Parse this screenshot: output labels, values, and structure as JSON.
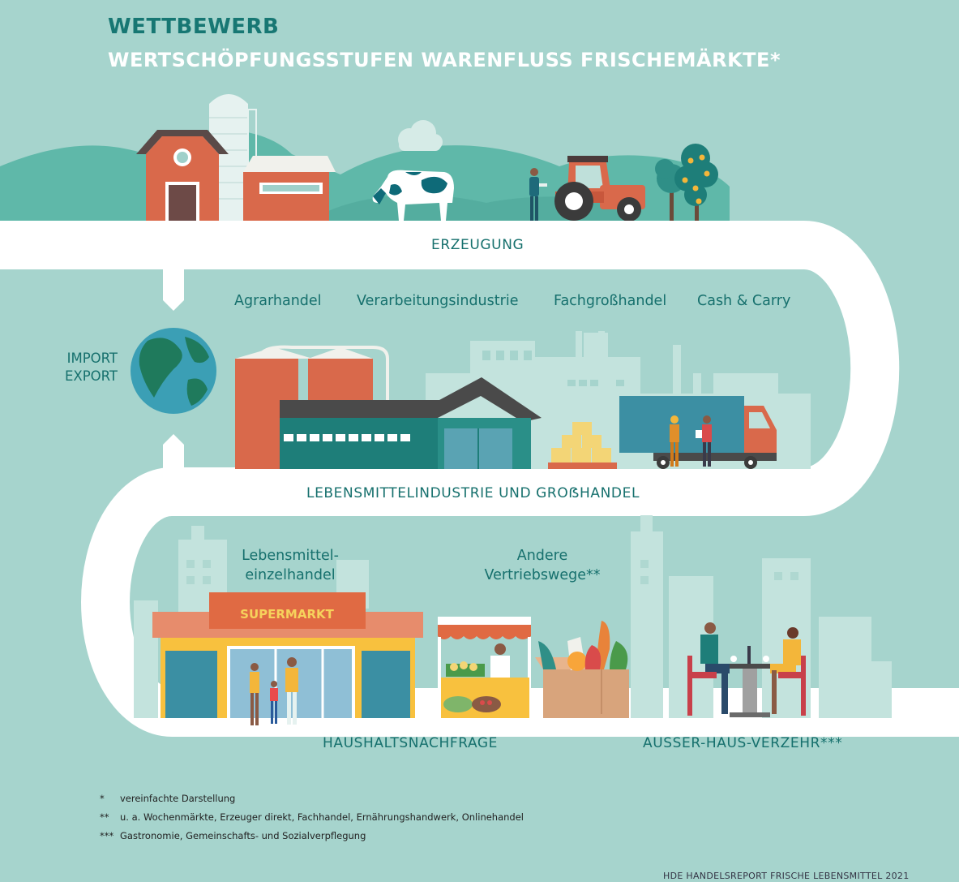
{
  "title": {
    "line1": "WETTBEWERB",
    "line2": "WERTSCHÖPFUNGSSTUFEN WARENFLUSS FRISCHEMÄRKTE*"
  },
  "stages": {
    "erzeugung": "ERZEUGUNG",
    "industrie": "LEBENSMITTELINDUSTRIE UND GROẞHANDEL",
    "haushalt": "HAUSHALTSNACHFRAGE",
    "ausserhaus": "AUSSER-HAUS-VERZEHR***"
  },
  "import_export": {
    "line1": "IMPORT",
    "line2": "EXPORT"
  },
  "wholesale_categories": [
    "Agrarhandel",
    "Verarbeitungsindustrie",
    "Fachgroßhandel",
    "Cash & Carry"
  ],
  "retail_categories": {
    "lebensmittel": {
      "line1": "Lebensmittel-",
      "line2": "einzelhandel"
    },
    "andere": {
      "line1": "Andere",
      "line2": "Vertriebswege**"
    }
  },
  "supermarket_sign": "SUPERMARKT",
  "footnotes": [
    {
      "mark": "*",
      "text": "vereinfachte Darstellung"
    },
    {
      "mark": "**",
      "text": "u. a. Wochenmärkte, Erzeuger direkt, Fachhandel, Ernährungshandwerk, Onlinehandel"
    },
    {
      "mark": "***",
      "text": "Gastronomie, Gemeinschafts- und Sozialverpflegung"
    }
  ],
  "source": "HDE HANDELSREPORT FRISCHE LEBENSMITTEL 2021",
  "icons": [
    "barn-icon",
    "silo-icon",
    "cow-icon",
    "farmer-icon",
    "tractor-icon",
    "tree-icon",
    "globe-icon",
    "factory-icon",
    "truck-icon",
    "supermarket-icon",
    "market-stall-icon",
    "grocery-box-icon",
    "restaurant-icon"
  ],
  "colors": {
    "background": "#a6d4cd",
    "hills": "#5fb8a9",
    "road": "#ffffff",
    "teal_text": "#177773",
    "brick": "#d9694b",
    "dark_teal": "#1e7e79"
  }
}
